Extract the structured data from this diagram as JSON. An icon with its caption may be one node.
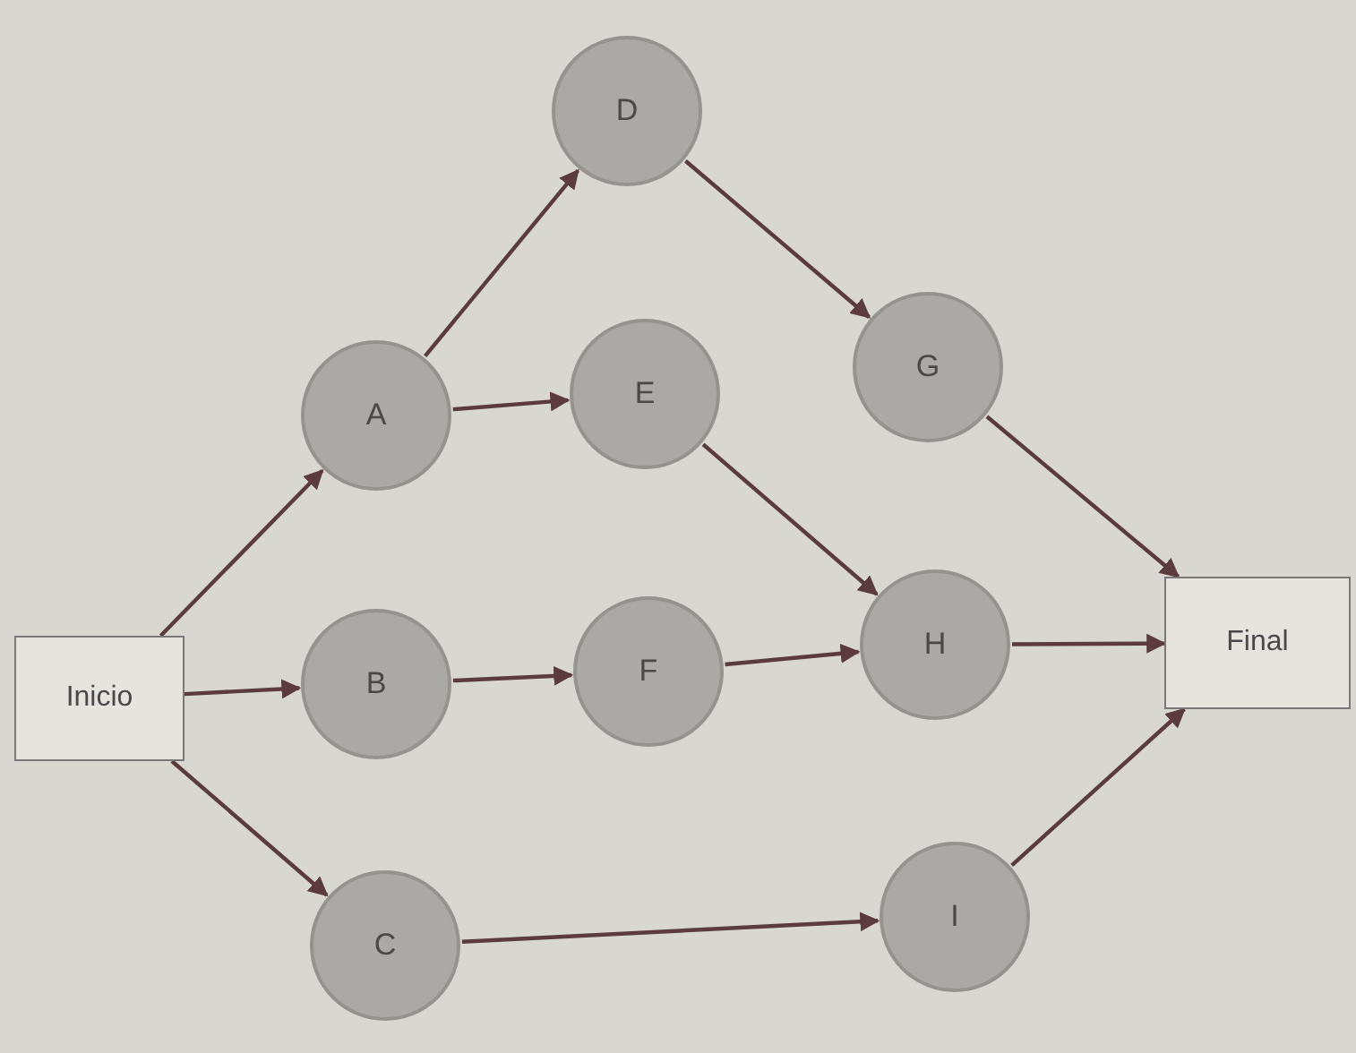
{
  "diagram": {
    "nodes": [
      {
        "text": [
          "D"
        ]
      },
      {
        "text": [
          "A"
        ]
      },
      {
        "text": [
          "E"
        ]
      },
      {
        "text": [
          "G"
        ]
      },
      {
        "text": [
          "Inicio"
        ]
      },
      {
        "text": [
          "B"
        ]
      },
      {
        "text": [
          "F"
        ]
      },
      {
        "text": [
          "H"
        ]
      },
      {
        "text": [
          "Final"
        ]
      },
      {
        "text": [
          "C"
        ]
      },
      {
        "text": [
          "I"
        ]
      }
    ],
    "edges": [
      {
        "from": 4,
        "to": 1,
        "arrow": "to"
      },
      {
        "from": 4,
        "to": 5,
        "arrow": "to"
      },
      {
        "from": 4,
        "to": 9,
        "arrow": "to"
      },
      {
        "from": 1,
        "to": 0,
        "arrow": "to"
      },
      {
        "from": 1,
        "to": 2,
        "arrow": "to"
      },
      {
        "from": 0,
        "to": 3,
        "arrow": "to"
      },
      {
        "from": 2,
        "to": 7,
        "arrow": "to"
      },
      {
        "from": 5,
        "to": 6,
        "arrow": "to"
      },
      {
        "from": 6,
        "to": 7,
        "arrow": "to"
      },
      {
        "from": 3,
        "to": 8,
        "arrow": "to"
      },
      {
        "from": 7,
        "to": 8,
        "arrow": "to"
      },
      {
        "from": 9,
        "to": 10,
        "arrow": "to"
      },
      {
        "from": 10,
        "to": 8,
        "arrow": "to"
      }
    ]
  }
}
